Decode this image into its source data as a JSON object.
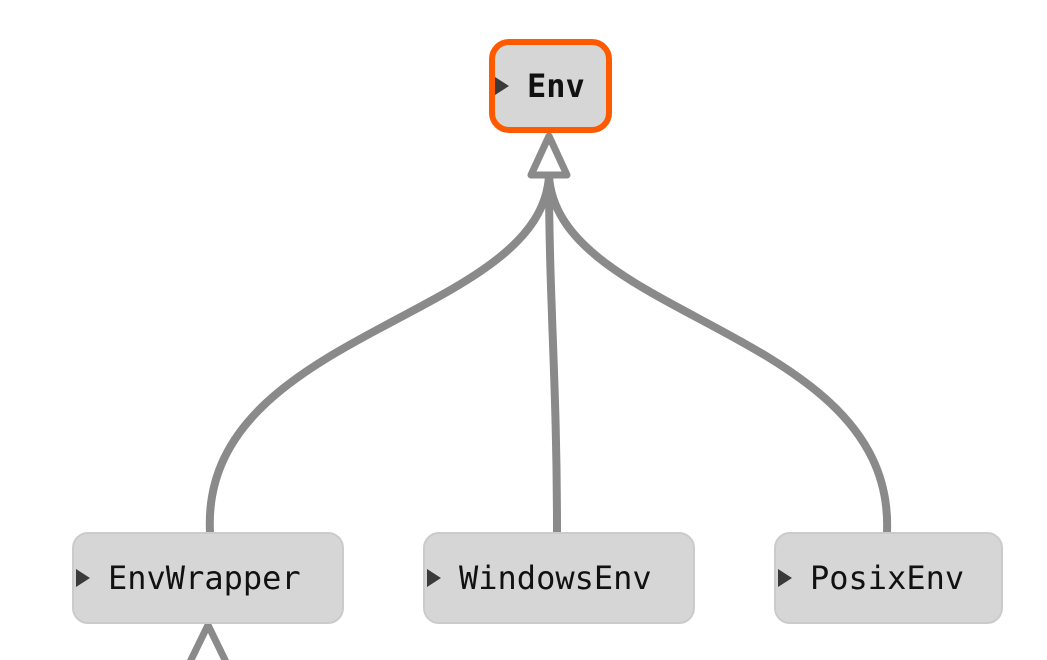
{
  "diagram": {
    "title": "",
    "root": {
      "label": "Env",
      "highlight_color": "#ff5a00"
    },
    "children": [
      {
        "label": "EnvWrapper"
      },
      {
        "label": "WindowsEnv"
      },
      {
        "label": "PosixEnv"
      }
    ],
    "edge_color": "#8a8a8a",
    "node_fill": "#d6d6d6"
  }
}
